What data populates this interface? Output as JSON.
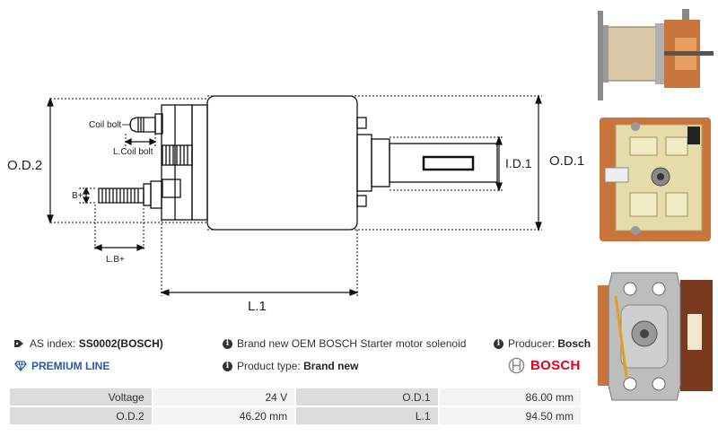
{
  "dimensions": {
    "od2": "O.D.2",
    "od1": "O.D.1",
    "id1": "I.D.1",
    "l1": "L.1",
    "lb": "L.B+",
    "bplus": "B+",
    "coil_bolt": "Coil bolt",
    "l_coil_bolt": "L.Coil bolt"
  },
  "info": {
    "as_index_label": "AS index:",
    "as_index_value": "SS0002(BOSCH)",
    "premium_line": "PREMIUM LINE",
    "description": "Brand new OEM BOSCH Starter motor solenoid",
    "product_type_label": "Product type:",
    "product_type_value": "Brand new",
    "producer_label": "Producer:",
    "producer_value": "Bosch",
    "brand_logo_text": "BOSCH"
  },
  "specs": [
    {
      "k1": "Voltage",
      "v1": "24 V",
      "k2": "O.D.1",
      "v2": "86.00 mm"
    },
    {
      "k1": "O.D.2",
      "v1": "46.20 mm",
      "k2": "L.1",
      "v2": "94.50 mm"
    }
  ],
  "colors": {
    "brand_red": "#e2001a",
    "premium_blue": "#2a5aa8",
    "copper": "#c8743a"
  }
}
